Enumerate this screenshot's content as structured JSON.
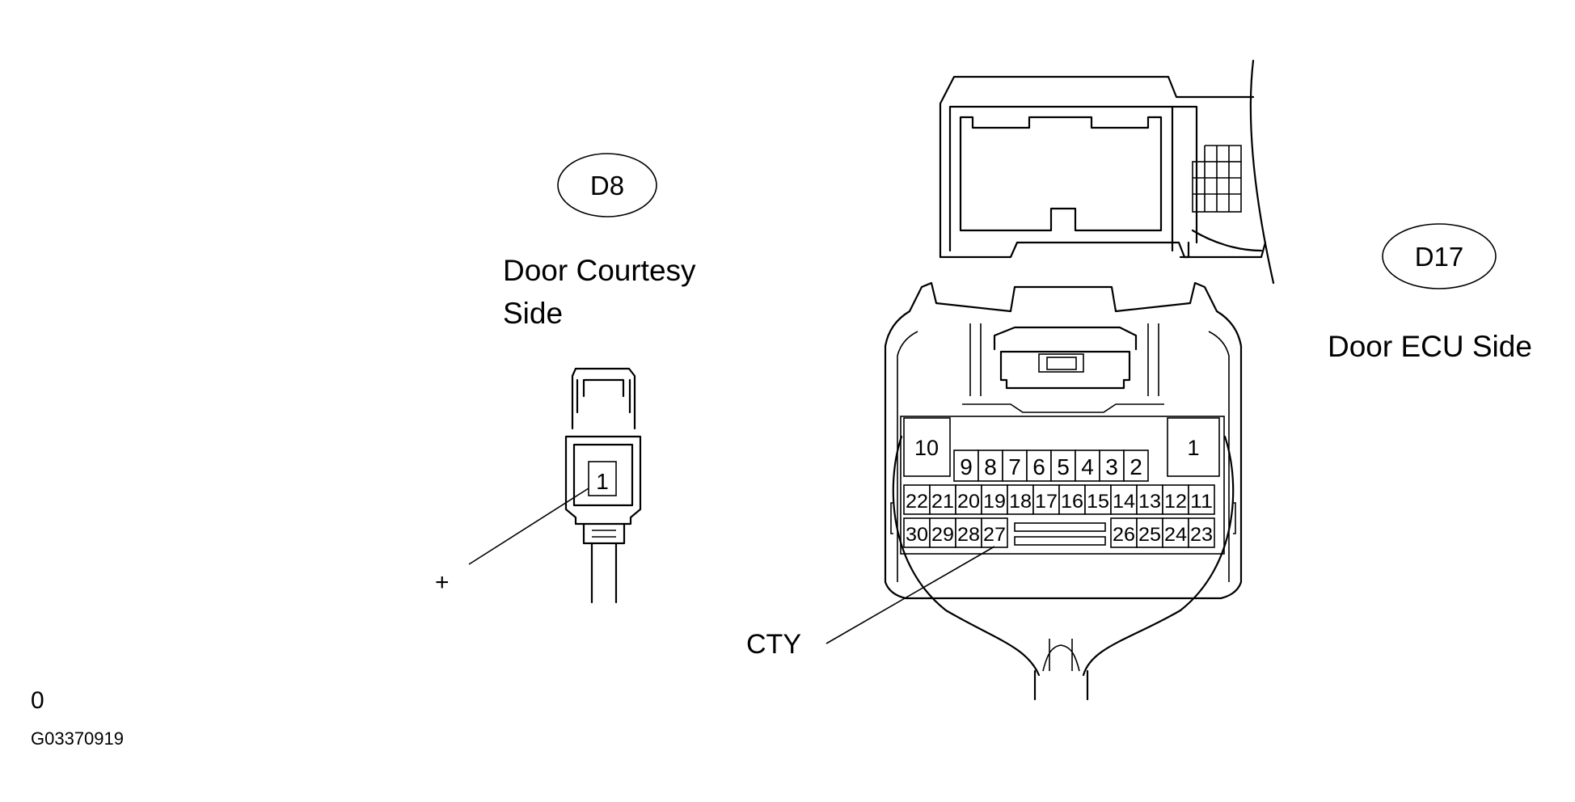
{
  "connectors": {
    "d8": {
      "code": "D8",
      "title_line1": "Door Courtesy",
      "title_line2": "Side",
      "pin_label": "1",
      "terminal_label": "+"
    },
    "d17": {
      "code": "D17",
      "title": "Door ECU Side",
      "terminal_label": "CTY",
      "pins_top": [
        "10",
        "9",
        "8",
        "7",
        "6",
        "5",
        "4",
        "3",
        "2",
        "1"
      ],
      "pins_row2": [
        "22",
        "21",
        "20",
        "19",
        "18",
        "17",
        "16",
        "15",
        "14",
        "13",
        "12",
        "11"
      ],
      "pins_row3_left": [
        "30",
        "29",
        "28",
        "27"
      ],
      "pins_row3_right": [
        "26",
        "25",
        "24",
        "23"
      ]
    }
  },
  "footer": {
    "zero": "0",
    "figure_id": "G03370919"
  }
}
